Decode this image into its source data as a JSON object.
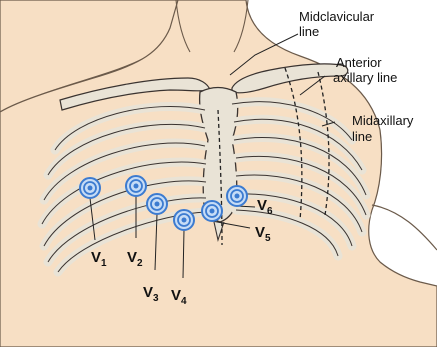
{
  "labels": {
    "midclavicular": [
      "Midclavicular",
      "line"
    ],
    "anterior_axillary": [
      "Anterior",
      "axillary line"
    ],
    "midaxillary": [
      "Midaxillary",
      "line"
    ]
  },
  "leads": [
    {
      "letter": "V",
      "num": "1"
    },
    {
      "letter": "V",
      "num": "2"
    },
    {
      "letter": "V",
      "num": "3"
    },
    {
      "letter": "V",
      "num": "4"
    },
    {
      "letter": "V",
      "num": "5"
    },
    {
      "letter": "V",
      "num": "6"
    }
  ],
  "colors": {
    "skin": "#f7dfc4",
    "skin_outline": "#6b5a4a",
    "bone": "#e9e3d6",
    "rib_line": "#3a3330",
    "electrode_ring": "#3c7bd0",
    "electrode_fill": "#c6dcf6",
    "guide_line": "#222222"
  }
}
